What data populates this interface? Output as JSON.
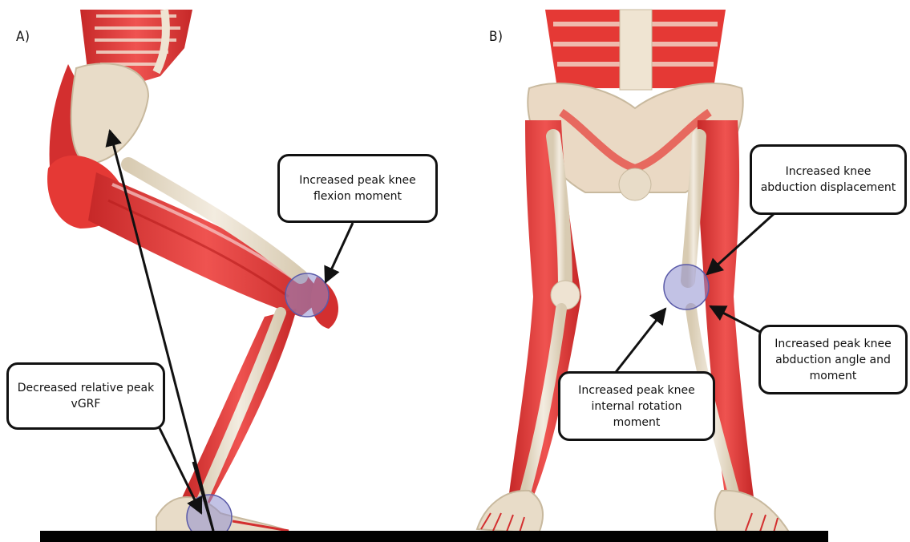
{
  "panels": {
    "a_label": "A)",
    "b_label": "B)"
  },
  "callouts": {
    "knee_flexion": "Increased peak knee\nflexion moment",
    "vgrf": "Decreased relative peak\nvGRF",
    "abduction_displacement": "Increased knee\nabduction displacement",
    "abduction_angle": "Increased peak knee\nabduction angle and\nmoment",
    "internal_rotation": "Increased peak knee\ninternal rotation\nmoment"
  },
  "colors": {
    "muscle": "#e53935",
    "muscle_dark": "#c62828",
    "bone": "#e8dcc8",
    "highlight": "#8f8fd0",
    "ground": "#000000"
  }
}
